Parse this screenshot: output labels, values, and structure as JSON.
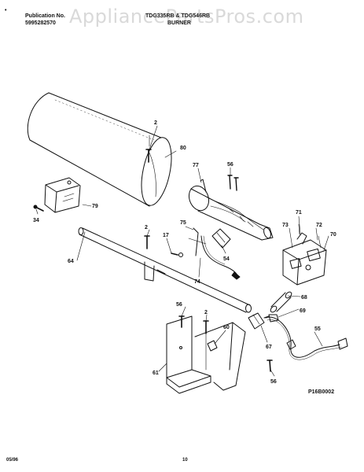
{
  "header": {
    "publication_label": "Publication No.",
    "publication_number": "5995282570",
    "models": "TDG335RB & TDG546RB",
    "section_title": "BURNER"
  },
  "watermark": "AppliancePartsPros.com",
  "callouts": {
    "c2a": "2",
    "c80": "80",
    "c77": "77",
    "c56a": "56",
    "c79": "79",
    "c34": "34",
    "c71": "71",
    "c73": "73",
    "c72": "72",
    "c70": "70",
    "c2b": "2",
    "c17": "17",
    "c75": "75",
    "c54": "54",
    "c64": "64",
    "c74": "74",
    "c68": "68",
    "c69": "69",
    "c56b": "56",
    "c2c": "2",
    "c60": "60",
    "c67": "67",
    "c55": "55",
    "c61": "61",
    "c56c": "56"
  },
  "diagram_code": "P16B0002",
  "footer": {
    "date": "05/96",
    "page": "10"
  }
}
